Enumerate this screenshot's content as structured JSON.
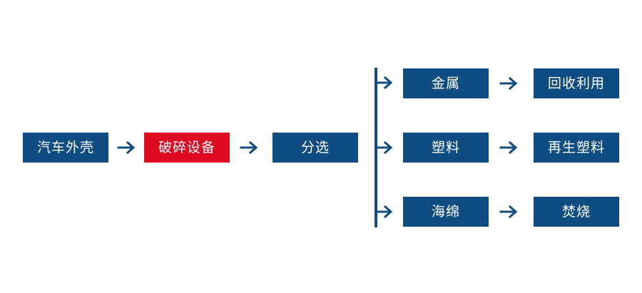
{
  "diagram": {
    "title": "",
    "background_color": "#ffffff",
    "colors": {
      "primary_blue": "#0F4C81",
      "highlight_red": "#DE0A22",
      "node_text": "#ffffff",
      "connector": "#0F4C81"
    },
    "main_chain": [
      {
        "id": "shell",
        "label": "汽车外壳",
        "color": "blue"
      },
      {
        "id": "shredder",
        "label": "破碎设备",
        "color": "red"
      },
      {
        "id": "sorting",
        "label": "分选",
        "color": "blue"
      }
    ],
    "branches": [
      {
        "id": "metal",
        "material": {
          "label": "金属",
          "color": "blue"
        },
        "outcome": {
          "label": "回收利用",
          "color": "blue"
        }
      },
      {
        "id": "plastic",
        "material": {
          "label": "塑料",
          "color": "blue"
        },
        "outcome": {
          "label": "再生塑料",
          "color": "blue"
        }
      },
      {
        "id": "sponge",
        "material": {
          "label": "海绵",
          "color": "blue"
        },
        "outcome": {
          "label": "焚烧",
          "color": "blue"
        }
      }
    ],
    "connectors": {
      "inline_arrow_icon": "right-arrow-icon",
      "branch_arrow_icon": "branch-right-arrow-icon",
      "trunk_icon": "vertical-connector-line"
    }
  }
}
